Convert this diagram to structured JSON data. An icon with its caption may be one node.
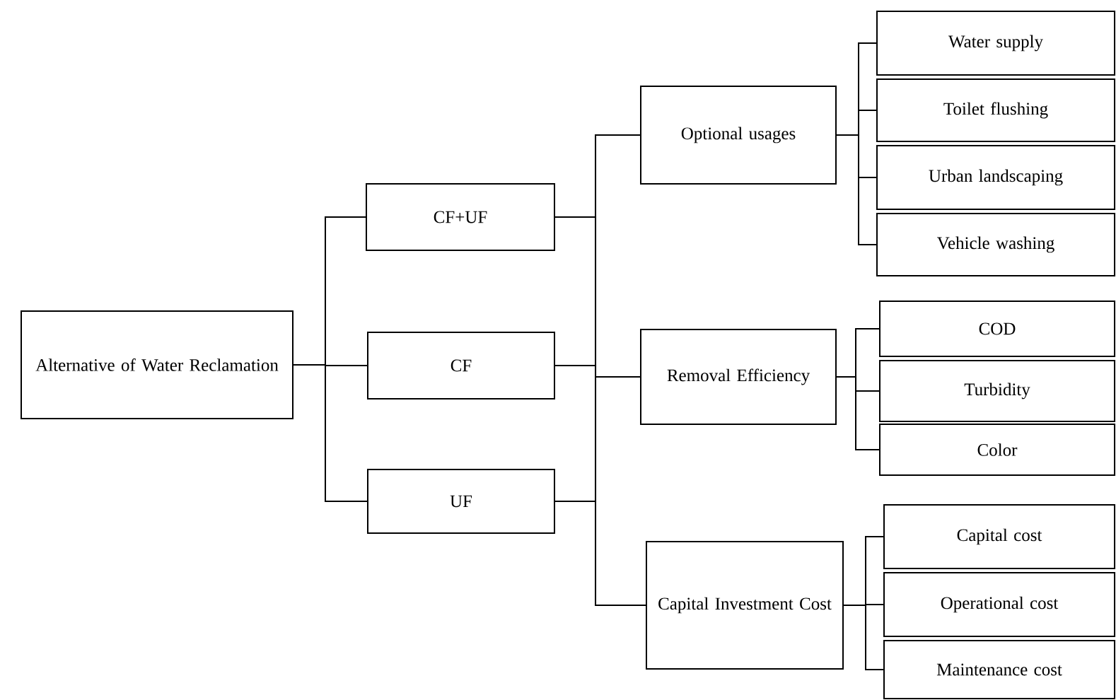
{
  "diagram": {
    "nodes": [
      {
        "text": [
          "Alternative of Water Reclamation"
        ]
      },
      {
        "text": [
          "CF+UF"
        ]
      },
      {
        "text": [
          "CF"
        ]
      },
      {
        "text": [
          "UF"
        ]
      },
      {
        "text": [
          "Optional usages"
        ]
      },
      {
        "text": [
          "Removal Efficiency"
        ]
      },
      {
        "text": [
          "Capital Investment Cost"
        ]
      },
      {
        "text": [
          "Water supply"
        ]
      },
      {
        "text": [
          "Toilet flushing"
        ]
      },
      {
        "text": [
          "Urban landscaping"
        ]
      },
      {
        "text": [
          "Vehicle washing"
        ]
      },
      {
        "text": [
          "COD"
        ]
      },
      {
        "text": [
          "Turbidity"
        ]
      },
      {
        "text": [
          "Color"
        ]
      },
      {
        "text": [
          "Capital cost"
        ]
      },
      {
        "text": [
          "Operational cost"
        ]
      },
      {
        "text": [
          "Maintenance cost"
        ]
      }
    ],
    "edges": [
      {
        "from": 0,
        "to": 1,
        "arrow": "none"
      },
      {
        "from": 0,
        "to": 2,
        "arrow": "none"
      },
      {
        "from": 0,
        "to": 3,
        "arrow": "none"
      },
      {
        "from": 1,
        "to": 4,
        "arrow": "none"
      },
      {
        "from": 1,
        "to": 5,
        "arrow": "none"
      },
      {
        "from": 1,
        "to": 6,
        "arrow": "none"
      },
      {
        "from": 2,
        "to": 4,
        "arrow": "none"
      },
      {
        "from": 2,
        "to": 5,
        "arrow": "none"
      },
      {
        "from": 2,
        "to": 6,
        "arrow": "none"
      },
      {
        "from": 3,
        "to": 4,
        "arrow": "none"
      },
      {
        "from": 3,
        "to": 5,
        "arrow": "none"
      },
      {
        "from": 3,
        "to": 6,
        "arrow": "none"
      },
      {
        "from": 4,
        "to": 7,
        "arrow": "none"
      },
      {
        "from": 4,
        "to": 8,
        "arrow": "none"
      },
      {
        "from": 4,
        "to": 9,
        "arrow": "none"
      },
      {
        "from": 4,
        "to": 10,
        "arrow": "none"
      },
      {
        "from": 5,
        "to": 11,
        "arrow": "none"
      },
      {
        "from": 5,
        "to": 12,
        "arrow": "none"
      },
      {
        "from": 5,
        "to": 13,
        "arrow": "none"
      },
      {
        "from": 6,
        "to": 14,
        "arrow": "none"
      },
      {
        "from": 6,
        "to": 15,
        "arrow": "none"
      },
      {
        "from": 6,
        "to": 16,
        "arrow": "none"
      }
    ]
  }
}
